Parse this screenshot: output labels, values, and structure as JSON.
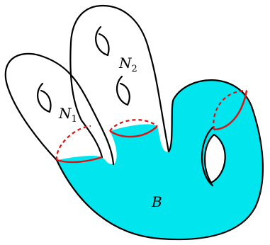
{
  "labels": {
    "n1": {
      "base": "N",
      "sub": "1"
    },
    "n2": {
      "base": "N",
      "sub": "2"
    },
    "b": "B"
  },
  "colors": {
    "base_fill": "#00E5EE",
    "outline": "#000000",
    "cut": "#E01010",
    "background": "#FFFFFF"
  }
}
